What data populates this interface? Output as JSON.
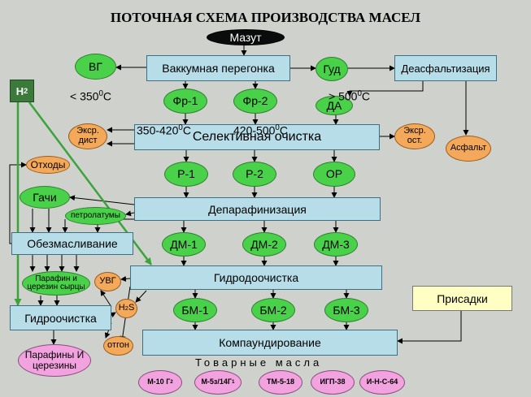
{
  "title": "ПОТОЧНАЯ СХЕМА ПРОИЗВОДСТВА МАСЕЛ",
  "feed": "Мазут",
  "processes": {
    "vacuum": "Ваккумная перегонка",
    "deasphalting": "Деасфальтизация",
    "selective": "Селективная очистка",
    "dewaxing": "Депарафинизация",
    "deoiling": "Обезмасливание",
    "hydrotreating_main": "Гидродоочистка",
    "hydrotreating_wax": "Гидроочистка",
    "compounding": "Компаундирование"
  },
  "hydrogen": {
    "base": "H",
    "sub": "2"
  },
  "streams": {
    "vg": "ВГ",
    "gud": "Гуд",
    "fr1": "Фр-1",
    "fr2": "Фр-2",
    "da": "ДА",
    "extract_dist": "Экср. дист",
    "extract_res": "Экср. ост.",
    "asphalt": "Асфальт",
    "r1": "Р-1",
    "r2": "Р-2",
    "or": "ОР",
    "waste": "Отходы",
    "gachi": "Гачи",
    "petrolatum": "петролатумы",
    "dm1": "ДМ-1",
    "dm2": "ДМ-2",
    "dm3": "ДМ-3",
    "raw_wax": "Парафин и церезин сырцы",
    "uvg": "УВГ",
    "h2s": {
      "base": "H",
      "sub": "2",
      "tail": "S"
    },
    "otgon": "отгон",
    "bm1": "БМ-1",
    "bm2": "БМ-2",
    "bm3": "БМ-3",
    "waxes": "Парафины И церезины"
  },
  "labels": {
    "t_low": {
      "prefix": "< 350",
      "sup": "0",
      "suffix": "C"
    },
    "t_high": {
      "prefix": "> 500",
      "sup": "0",
      "suffix": "C"
    },
    "range1": {
      "prefix": "350-420",
      "sup": "0",
      "suffix": "C"
    },
    "range2": {
      "prefix": "420-500",
      "sup": "0",
      "suffix": "C"
    }
  },
  "additives": "Присадки",
  "commercial_oils_label": "Товарные масла",
  "products": [
    {
      "label": "М-10 Г",
      "sub": "2"
    },
    {
      "label": "М-5з/14Г",
      "sub": "1"
    },
    {
      "label": "ТМ-5-18",
      "sub": ""
    },
    {
      "label": "ИГП-38",
      "sub": ""
    },
    {
      "label": "И-Н-С-64",
      "sub": ""
    }
  ],
  "colors": {
    "background": "#cfd2cc",
    "process_box": "#b7dde8",
    "stream_oval": "#49d149",
    "side_oval": "#f4a85a",
    "product_oval": "#f2a3df",
    "hydrogen_line": "#3aa33a"
  }
}
